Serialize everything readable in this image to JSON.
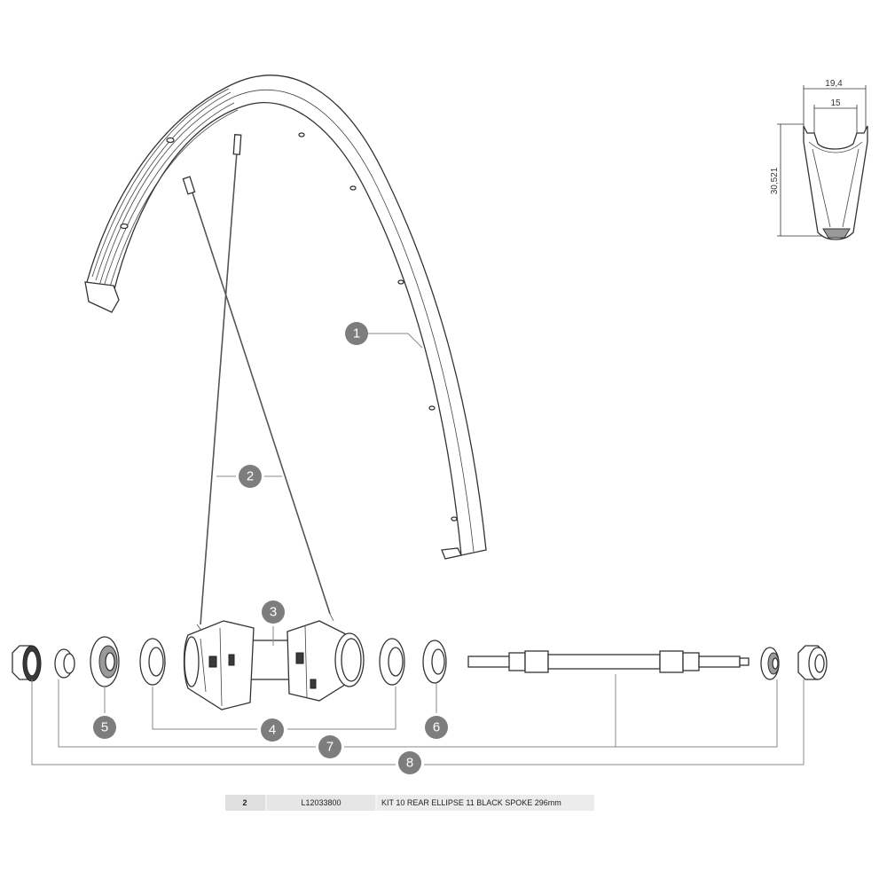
{
  "callouts": [
    {
      "id": "callout-1",
      "label": "1"
    },
    {
      "id": "callout-2",
      "label": "2"
    },
    {
      "id": "callout-3",
      "label": "3"
    },
    {
      "id": "callout-4",
      "label": "4"
    },
    {
      "id": "callout-5",
      "label": "5"
    },
    {
      "id": "callout-6",
      "label": "6"
    },
    {
      "id": "callout-7",
      "label": "7"
    },
    {
      "id": "callout-8",
      "label": "8"
    }
  ],
  "rim_profile": {
    "outer_width": "19,4",
    "inner_width": "15",
    "height": "30,521"
  },
  "parts_table": {
    "rows": [
      {
        "ref": "2",
        "code": "L12033800",
        "description": "KIT 10 REAR ELLIPSE 11 BLACK SPOKE 296mm"
      }
    ]
  }
}
